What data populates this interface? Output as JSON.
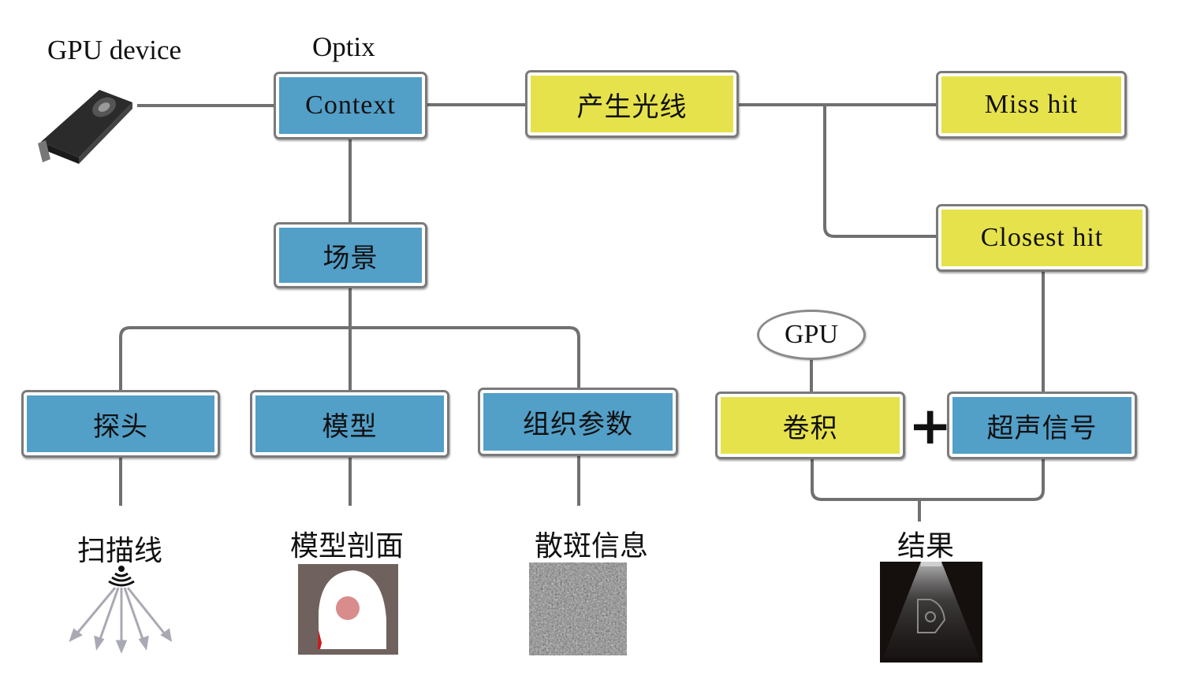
{
  "labels": {
    "gpu_device": "GPU device",
    "optix": "Optix",
    "scan_lines": "扫描线",
    "model_section": "模型剖面",
    "speckle_info": "散斑信息",
    "result": "结果"
  },
  "nodes": {
    "context": "Context",
    "generate_rays": "产生光线",
    "miss_hit": "Miss hit",
    "closest_hit": "Closest hit",
    "scene": "场景",
    "probe": "探头",
    "model": "模型",
    "tissue_params": "组织参数",
    "convolution": "卷积",
    "ultrasound_signal": "超声信号",
    "gpu": "GPU"
  },
  "operator": "+",
  "colors": {
    "blue_node": "#529fc8",
    "yellow_node": "#e6e24c",
    "connector": "#707070"
  },
  "icons": {
    "gpu_device": "gpu-card-icon",
    "scan_lines": "ultrasound-beam-icon",
    "model_section": "phantom-section-image",
    "speckle": "speckle-noise-image",
    "result": "ultrasound-result-image"
  }
}
